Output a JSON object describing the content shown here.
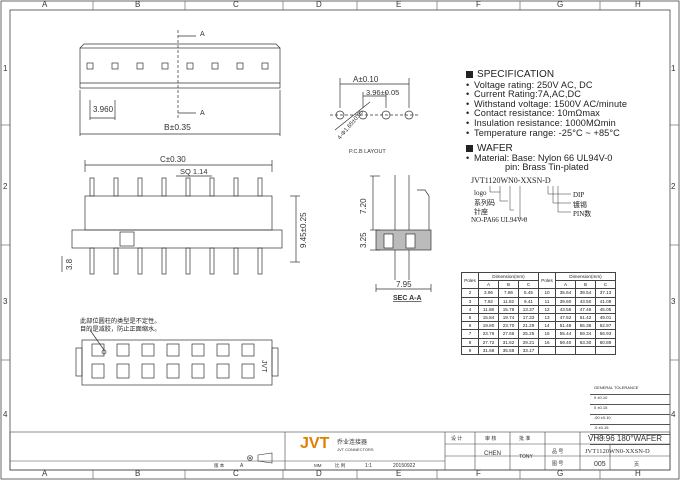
{
  "grid": {
    "cols": [
      "A",
      "B",
      "C",
      "D",
      "E",
      "F",
      "G",
      "H"
    ],
    "rows": [
      "1",
      "2",
      "3",
      "4"
    ]
  },
  "drawing": {
    "top_view": {
      "section_mark": "A",
      "dim_pitch": "3.960",
      "dim_b": "B±0.35",
      "section_mark_bottom": "A"
    },
    "pcb_layout": {
      "dim_a": "A±0.10",
      "dim_pitch": "3.96±0.05",
      "dim_hole": "4-Φ1.65±0.05",
      "label": "P.C.B LAYOUT"
    },
    "front_view": {
      "dim_c": "C±0.30",
      "dim_sq": "SQ 1.14",
      "dim_h1": "9.45±0.25",
      "dim_38": "3.8"
    },
    "side_view": {
      "dim_720": "7.20",
      "dim_325": "3.25",
      "dim_795": "7.95",
      "label": "SEC A-A"
    },
    "bottom_view": {
      "mark": "JVT"
    },
    "note_lines": [
      "此部位圆柱的类型是不定性。",
      "目的是减胶，防止正面缩水。"
    ]
  },
  "spec": {
    "heading": "SPECIFICATION",
    "items": [
      "Voltage rating: 250V AC, DC",
      "Current Rating:7A,AC,DC",
      "Withstand voltage: 1500V AC/minute",
      "Contact resistance: 10mΩmax",
      "Insulation resistance: 1000MΩmin",
      "Temperature range: -25°C ~ +85°C"
    ],
    "wafer_heading": "WAFER",
    "material_line1": "Material: Base: Nylon 66 UL94V-0",
    "material_line2": "pin: Brass Tin-plated"
  },
  "part_number": {
    "code": "JVT1120WN0-XXSN-D",
    "left_labels": [
      "logo",
      "系列码",
      "针座",
      "NO-PA66 UL94V-0"
    ],
    "right_labels": [
      "DIP",
      "镀锡",
      "PIN数"
    ]
  },
  "dim_table": {
    "header": [
      "Poles",
      "Dimension(mm)",
      "",
      ""
    ],
    "subheader": [
      "",
      "A",
      "B",
      "C"
    ],
    "rows": [
      [
        "2",
        "3.96",
        "7.86",
        "5.45"
      ],
      [
        "3",
        "7.92",
        "11.82",
        "9.41"
      ],
      [
        "4",
        "11.88",
        "15.78",
        "13.37"
      ],
      [
        "5",
        "15.84",
        "19.74",
        "17.33"
      ],
      [
        "6",
        "19.80",
        "23.70",
        "21.29"
      ],
      [
        "7",
        "23.76",
        "27.66",
        "25.25"
      ],
      [
        "8",
        "27.72",
        "31.62",
        "29.21"
      ],
      [
        "9",
        "31.68",
        "35.58",
        "33.17"
      ]
    ],
    "header2": [
      "Poles",
      "Dimension(mm)",
      "",
      ""
    ],
    "subheader2": [
      "",
      "A",
      "B",
      "C"
    ],
    "rows2": [
      [
        "10",
        "35.64",
        "39.54",
        "37.13"
      ],
      [
        "11",
        "39.60",
        "43.50",
        "41.09"
      ],
      [
        "12",
        "43.56",
        "47.46",
        "45.05"
      ],
      [
        "13",
        "47.52",
        "51.42",
        "49.01"
      ],
      [
        "14",
        "51.48",
        "55.38",
        "52.97"
      ],
      [
        "15",
        "55.44",
        "59.34",
        "56.93"
      ],
      [
        "16",
        "59.40",
        "63.30",
        "60.89"
      ],
      [
        "",
        "",
        "",
        ""
      ]
    ]
  },
  "tolerance": {
    "title": "GENERAL TOLERANCE",
    "rows": [
      "0   ±0.10",
      "0   ±0.15",
      ".00  ±0.10",
      ".0  ±0.15",
      "°   ±2.0"
    ]
  },
  "title_block": {
    "logo": "JVT",
    "company_cn": "乔业连接器",
    "company_en": "JVT CONNECTORS",
    "design_label": "设 计",
    "check_label": "审 核",
    "approve_label": "批 准",
    "designer": "CHEN",
    "checker": "TONY",
    "title": "VH3.96 180°WAFER",
    "part_label": "品 号",
    "part_no": "JVT1120WN0-XXSN-D",
    "drawing_label": "图 号",
    "drawing_no": "005",
    "sheet_label": "页",
    "unit_label": "MM",
    "scale_label": "比 例",
    "scale": "1:1",
    "date": "20150922",
    "version_label": "版 本",
    "version": "A"
  }
}
